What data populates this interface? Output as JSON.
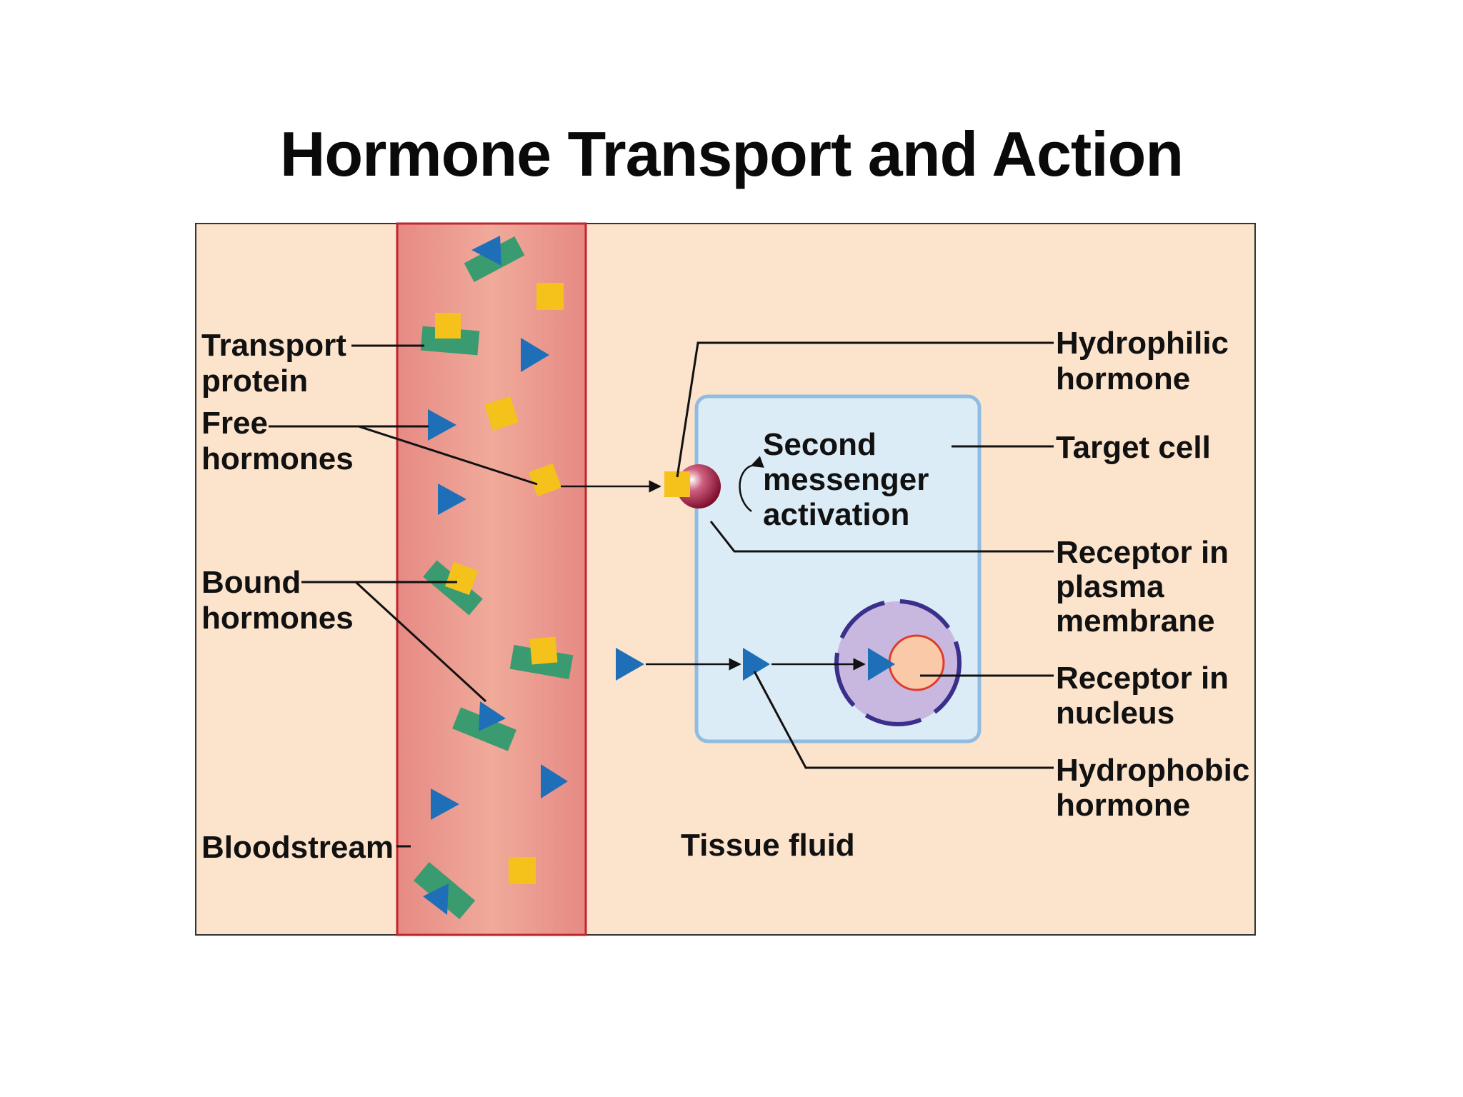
{
  "title": "Hormone Transport and Action",
  "labels": {
    "transport_protein": [
      "Transport",
      "protein"
    ],
    "free_hormones": [
      "Free",
      "hormones"
    ],
    "bound_hormones": [
      "Bound",
      "hormones"
    ],
    "bloodstream": "Bloodstream",
    "tissue_fluid": "Tissue fluid",
    "second_messenger": [
      "Second",
      "messenger",
      "activation"
    ],
    "hydrophilic_hormone": [
      "Hydrophilic",
      "hormone"
    ],
    "target_cell": "Target cell",
    "receptor_plasma": [
      "Receptor in",
      "plasma",
      "membrane"
    ],
    "receptor_nucleus": [
      "Receptor in",
      "nucleus"
    ],
    "hydrophobic_hormone": [
      "Hydrophobic",
      "hormone"
    ]
  },
  "colors": {
    "tissue_fluid": "#fbe3cc",
    "bloodstream": "#e8968e",
    "bloodstream_border": "#c0242c",
    "target_cell": "#dcecf6",
    "cell_border": "#8fbce0",
    "nucleus": "#c8b8e0",
    "nucleus_border": "#3a2f8a",
    "nucleolus": "#f9c9a8",
    "nucleolus_border": "#e03a2a",
    "hydrophilic_hormone": "#f4c21a",
    "hydrophobic_hormone": "#1f6fb8",
    "transport_protein": "#3a9a70",
    "plasma_receptor": "#8a1030"
  }
}
